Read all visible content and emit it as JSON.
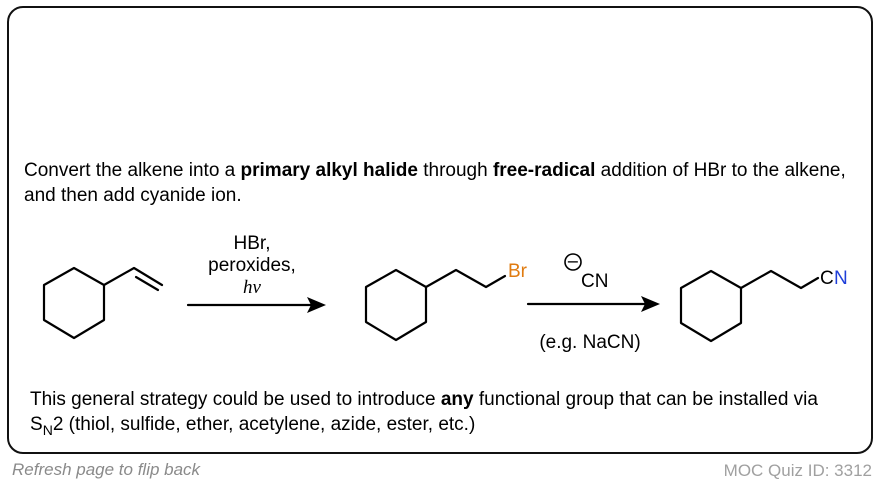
{
  "intro": {
    "part1": "Convert the alkene into a ",
    "bold1": "primary alkyl halide",
    "part2": " through ",
    "bold2": "free-radical",
    "part3": " addition of HBr to the alkene, and then add cyanide ion."
  },
  "step1": {
    "reagent_line1": "HBr,",
    "reagent_line2": "peroxides,",
    "reagent_line3": "hν"
  },
  "intermediate": {
    "halogen": "Br"
  },
  "step2": {
    "reagent": "CN",
    "charge": "−",
    "note": "(e.g. NaCN)"
  },
  "product": {
    "group_c": "C",
    "group_n": "N"
  },
  "outro": {
    "part1": "This general strategy could be used to introduce ",
    "bold1": "any",
    "part2": " functional group that can be installed via S",
    "subscript": "N",
    "part3": "2 (thiol, sulfide, ether, acetylene, azide, ester, etc.)"
  },
  "footer": {
    "left": "Refresh page to flip back",
    "right_label": "MOC Quiz ID: ",
    "right_id": "3312"
  },
  "colors": {
    "bromine": "#e07b10",
    "nitrogen": "#1f3fd9",
    "footer_text": "#a0a0a0"
  }
}
